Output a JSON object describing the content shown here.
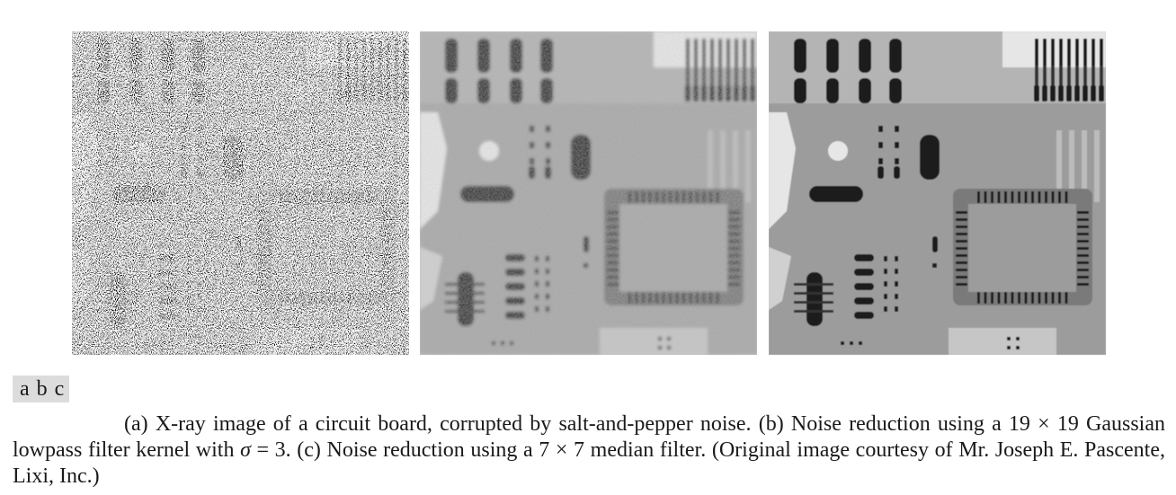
{
  "panels": [
    {
      "id": "a",
      "description_icon": "xray-circuit-board-noisy-image"
    },
    {
      "id": "b",
      "description_icon": "xray-circuit-board-gaussian-filtered-image"
    },
    {
      "id": "c",
      "description_icon": "xray-circuit-board-median-filtered-image"
    }
  ],
  "labels": [
    "a",
    "b",
    "c"
  ],
  "caption": {
    "text_1": "(a) X-ray image of a circuit board, corrupted by salt-and-pepper noise. (b) Noise reduction using a 19 × 19 Gaussian lowpass filter kernel with ",
    "sigma": "σ",
    "text_2": " = 3. (c) Noise reduction using a 7 × 7 median filter. (Original image courtesy of Mr. Joseph E. Pascente, Lixi, Inc.)"
  },
  "colors": {
    "board_bg": "#a8a8a8",
    "pad_dark": "#1a1a1a",
    "background_light": "#e6e6e6"
  }
}
